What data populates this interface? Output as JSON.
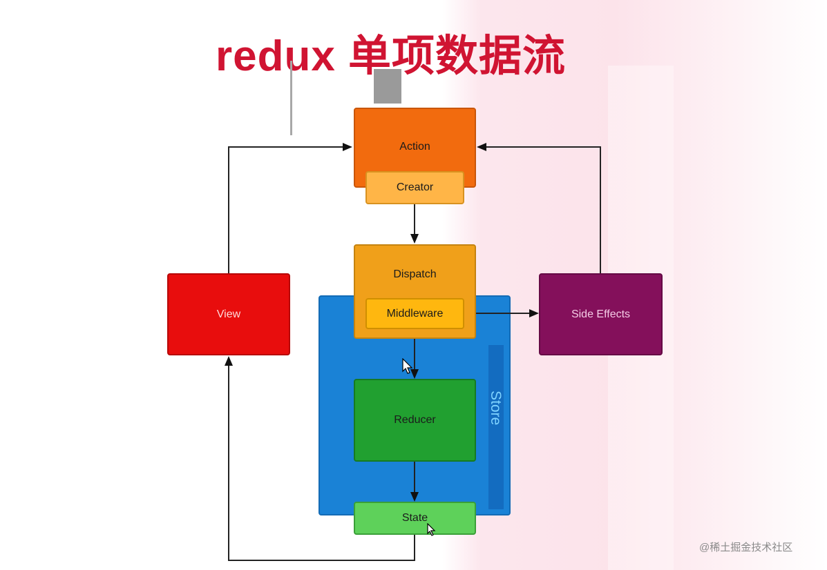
{
  "title": "redux 单项数据流",
  "nodes": {
    "action": "Action",
    "creator": "Creator",
    "dispatch": "Dispatch",
    "middleware": "Middleware",
    "reducer": "Reducer",
    "state": "State",
    "store": "Store",
    "view": "View",
    "side_effects": "Side Effects"
  },
  "watermark": "@稀土掘金技术社区",
  "colors": {
    "title": "#d01432",
    "action": "#f26b0e",
    "creator": "#ffb547",
    "dispatch": "#f0a01a",
    "middleware": "#ffb70f",
    "store": "#1a82d6",
    "reducer": "#21a030",
    "state": "#5ed15a",
    "view": "#e80d0d",
    "side_effects": "#84105b"
  }
}
